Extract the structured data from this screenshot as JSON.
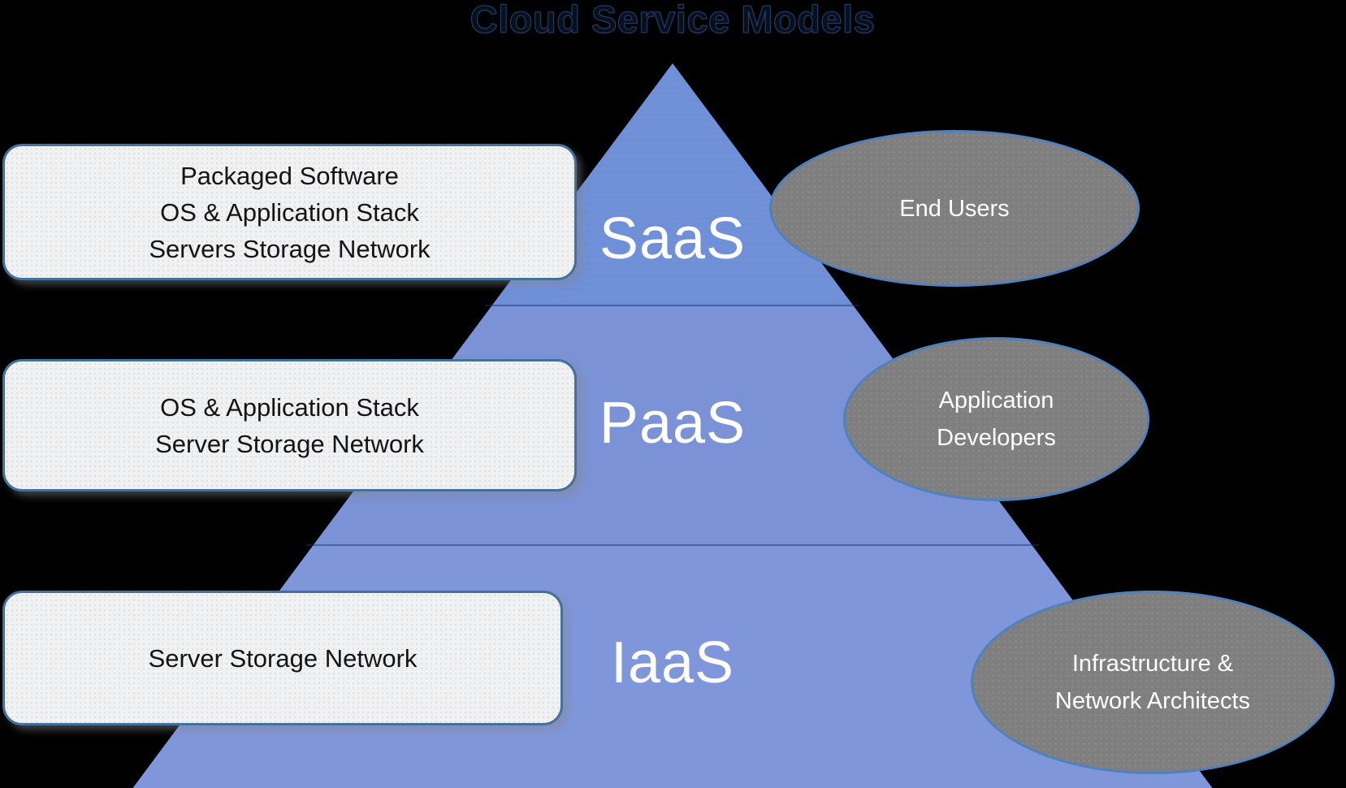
{
  "title": "Cloud Service Models",
  "levels": [
    {
      "label": "SaaS",
      "box_lines": [
        "Packaged Software",
        "OS & Application Stack",
        "Servers Storage Network"
      ],
      "audience_lines": [
        "End Users"
      ]
    },
    {
      "label": "PaaS",
      "box_lines": [
        "OS & Application Stack",
        "Server Storage Network"
      ],
      "audience_lines": [
        "Application",
        "Developers"
      ]
    },
    {
      "label": "IaaS",
      "box_lines": [
        "Server Storage Network"
      ],
      "audience_lines": [
        "Infrastructure &",
        "Network Architects"
      ]
    }
  ],
  "colors": {
    "background": "#000000",
    "pyramid_segment_top": "#7b92d6",
    "pyramid_segment_bottom": "#2e5ec2",
    "box_fill": "#f1f1f1",
    "box_border": "#41719c",
    "box_text": "#141414",
    "ellipse_fill": "#7f7f7f",
    "ellipse_border": "#4f81bd",
    "ellipse_text": "#ffffff",
    "level_label_text": "#ffffff",
    "title_text": "#06101f"
  }
}
